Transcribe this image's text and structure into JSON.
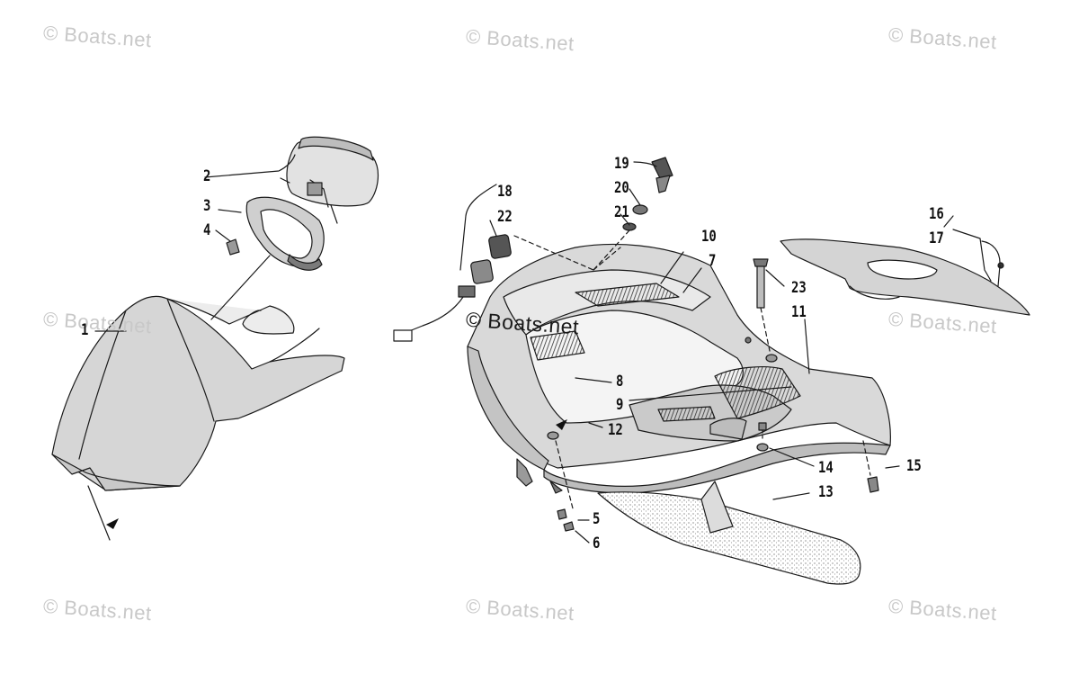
{
  "watermark": "© Boats.net",
  "callouts": {
    "c1": "1",
    "c2": "2",
    "c3": "3",
    "c4": "4",
    "c5": "5",
    "c6": "6",
    "c7": "7",
    "c8": "8",
    "c9": "9",
    "c10": "10",
    "c11": "11",
    "c12": "12",
    "c13": "13",
    "c14": "14",
    "c15": "15",
    "c16": "16",
    "c17": "17",
    "c18": "18",
    "c19": "19",
    "c20": "20",
    "c21": "21",
    "c22": "22",
    "c23": "23"
  }
}
